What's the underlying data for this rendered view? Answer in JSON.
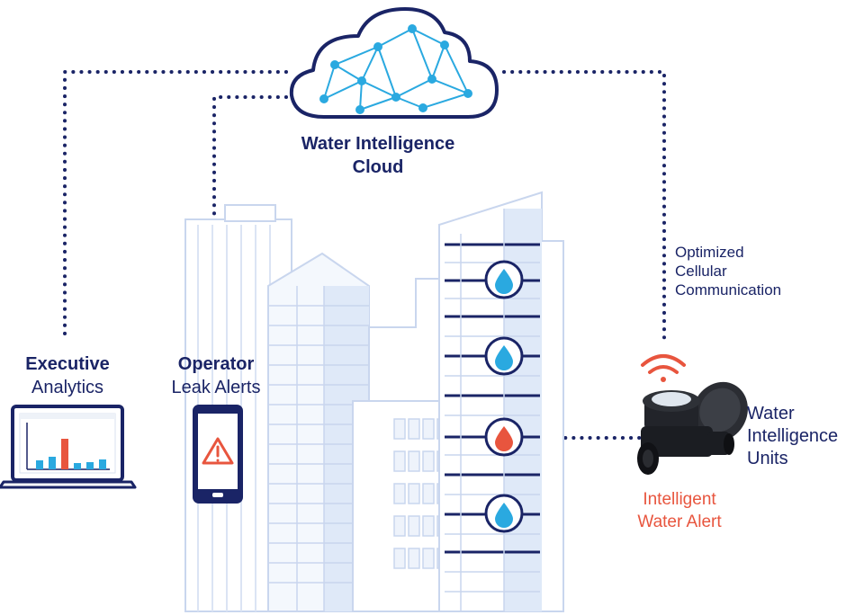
{
  "cloud": {
    "title_line1": "Water Intelligence",
    "title_line2": "Cloud",
    "icon": "network-cloud-icon"
  },
  "executive": {
    "title": "Executive",
    "subtitle": "Analytics",
    "icon": "laptop-bar-chart-icon"
  },
  "operator": {
    "title": "Operator",
    "subtitle": "Leak Alerts",
    "icon": "smartphone-warning-icon"
  },
  "units": {
    "line1": "Water",
    "line2": "Intelligence",
    "line3": "Units",
    "icon": "water-meter-device-icon"
  },
  "cellular": {
    "line1": "Optimized",
    "line2": "Cellular",
    "line3": "Communication",
    "icon": "wifi-signal-icon"
  },
  "alert": {
    "line1": "Intelligent",
    "line2": "Water Alert"
  },
  "colors": {
    "navy": "#1a2466",
    "cloud_blue": "#2aa9e0",
    "alert_red": "#e8553e",
    "building_line": "#c9d6ee",
    "building_fill": "#e6eefa"
  },
  "sensors": [
    {
      "status": "normal",
      "icon": "water-drop-icon"
    },
    {
      "status": "normal",
      "icon": "water-drop-icon"
    },
    {
      "status": "alert",
      "icon": "water-drop-icon"
    },
    {
      "status": "normal",
      "icon": "water-drop-icon"
    }
  ]
}
